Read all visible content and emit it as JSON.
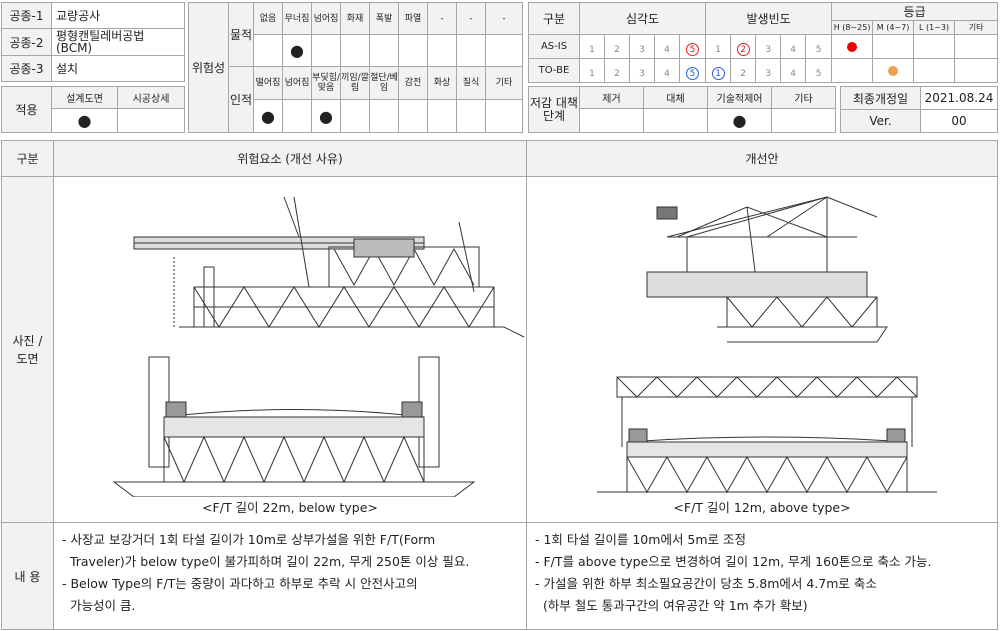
{
  "work_types": [
    {
      "label": "공종-1",
      "value": "교량공사"
    },
    {
      "label": "공종-2",
      "value": "평형캔틸레버공법 (BCM)"
    },
    {
      "label": "공종-3",
      "value": "설치"
    }
  ],
  "apply": {
    "label": "적용",
    "col1": "설계도면",
    "col2": "시공상세",
    "col1_mark": "●",
    "col2_mark": ""
  },
  "risk": {
    "label": "위험성",
    "material": {
      "label": "물적",
      "items": [
        "없음",
        "무너짐",
        "넘어짐",
        "화재",
        "폭발",
        "파열",
        "-",
        "-",
        "-"
      ],
      "marks": [
        "",
        "●",
        "",
        "",
        "",
        "",
        "",
        "",
        ""
      ]
    },
    "human": {
      "label": "인적",
      "items": [
        "떨어짐",
        "넘어짐",
        "부딪힘/맞음",
        "끼임/깔림",
        "절단/베임",
        "감전",
        "화상",
        "질식",
        "기타"
      ],
      "marks": [
        "●",
        "",
        "●",
        "",
        "",
        "",
        "",
        "",
        ""
      ]
    }
  },
  "assessment": {
    "col_label": "구분",
    "severity_label": "심각도",
    "frequency_label": "발생빈도",
    "grade_label": "등급",
    "grade_cols": [
      "H (8~25)",
      "M (4~7)",
      "L (1~3)",
      "기타"
    ],
    "scale": [
      "1",
      "2",
      "3",
      "4",
      "5"
    ],
    "rows": [
      {
        "label": "AS-IS",
        "severity": 5,
        "frequency": 2,
        "grade": "H"
      },
      {
        "label": "TO-BE",
        "severity": 5,
        "frequency": 1,
        "grade": "M"
      }
    ]
  },
  "reduction": {
    "label": "저감 대책 단계",
    "items": [
      "제거",
      "대체",
      "기술적제어",
      "기타"
    ],
    "marks": [
      "",
      "",
      "●",
      ""
    ]
  },
  "revision": {
    "date_label": "최종개정일",
    "date": "2021.08.24",
    "ver_label": "Ver.",
    "ver": "00"
  },
  "main": {
    "col_label": "구분",
    "risk_header": "위험요소 (개선 사유)",
    "improve_header": "개선안",
    "photo_label": "사진 / 도면",
    "content_label": "내 용",
    "left_caption": "<F/T 길이 22m, below type>",
    "right_caption": "<F/T 길이 12m, above type>",
    "left_content": [
      "- 사장교 보강거더 1회 타설 길이가 10m로 상부가설을 위한 F/T(Form",
      "  Traveler)가 below type이 불가피하며 길이 22m, 무게 250톤 이상 필요.",
      "- Below Type의 F/T는 중량이 과다하고 하부로 추락 시 안전사고의",
      "  가능성이 큼."
    ],
    "right_content": [
      "- 1회 타설 길이를 10m에서 5m로 조정",
      "- F/T를 above type으로 변경하여 길이 12m, 무게 160톤으로 축소 가능.",
      "- 가설을 위한 하부 최소필요공간이 당초 5.8m에서 4.7m로 축소",
      "  (하부 철도 통과구간의 여유공간 약 1m 추가 확보)"
    ]
  },
  "colors": {
    "border": "#a6a6a6",
    "header_bg": "#f2f2f2",
    "red": "#dd2222",
    "blue": "#2a5bd7",
    "orange": "#f0a050"
  }
}
